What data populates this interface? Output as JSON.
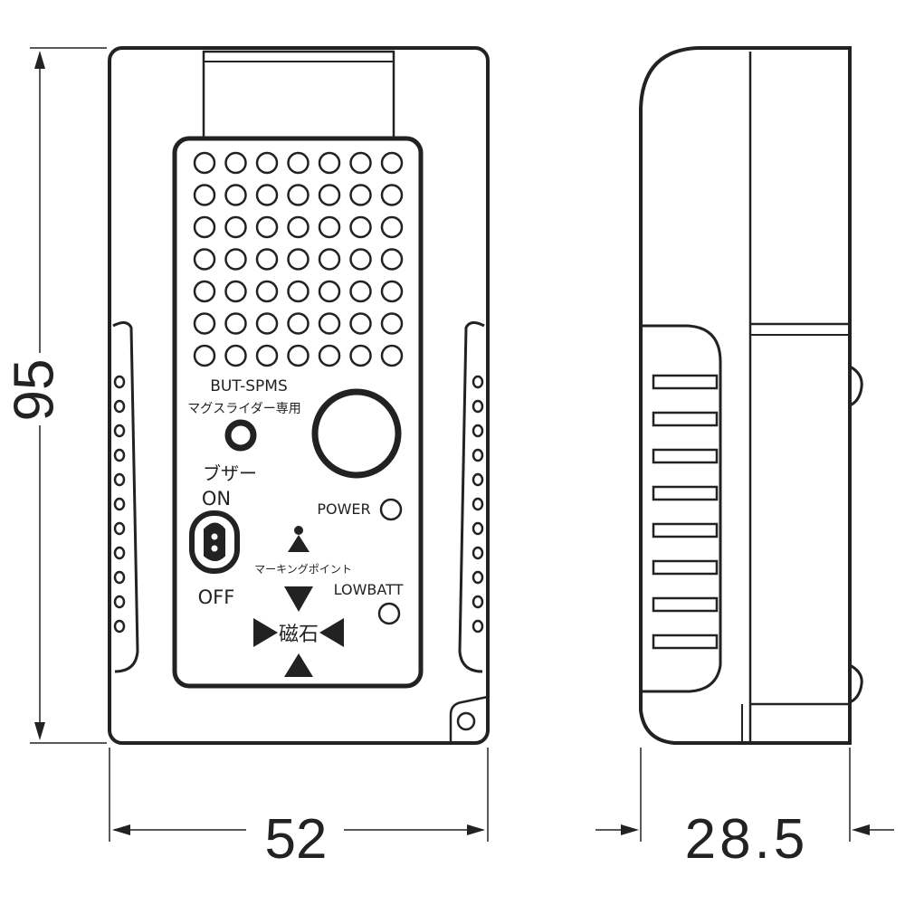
{
  "model_label": "BUT-SPMS",
  "model_subtitle": "マグスライダー専用",
  "buzzer_label": "ブザー",
  "switch_on_label": "ON",
  "switch_off_label": "OFF",
  "power_label": "POWER",
  "marking_point_label": "マーキングポイント",
  "lowbatt_label": "LOWBATT",
  "magnet_label": "磁石",
  "dimensions": {
    "height": "95",
    "width": "52",
    "depth": "28.5"
  },
  "colors": {
    "line": "#222222",
    "background": "#ffffff"
  }
}
